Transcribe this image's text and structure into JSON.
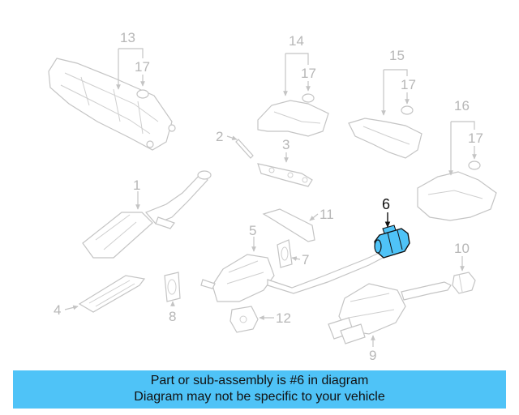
{
  "diagram": {
    "callouts": {
      "c1": "1",
      "c2": "2",
      "c3": "3",
      "c4": "4",
      "c5": "5",
      "c6": "6",
      "c7": "7",
      "c8": "8",
      "c9": "9",
      "c10": "10",
      "c11": "11",
      "c12": "12",
      "c13": "13",
      "c14": "14",
      "c15": "15",
      "c16": "16",
      "c17a": "17",
      "c17b": "17",
      "c17c": "17",
      "c17d": "17"
    },
    "highlighted_part": "6",
    "highlight_color": "#4fc3f7"
  },
  "banner": {
    "line1": "Part or sub-assembly is #6 in diagram",
    "line2": "Diagram may not be specific to your vehicle",
    "color": "#4fc3f7"
  }
}
